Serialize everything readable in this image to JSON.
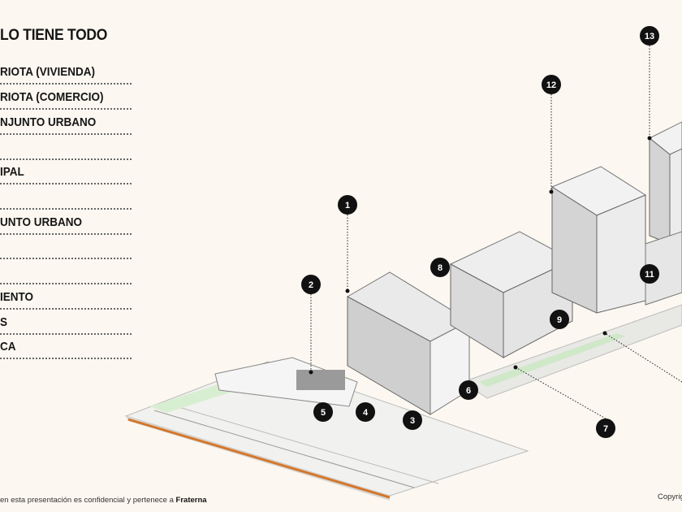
{
  "slide": {
    "title": "LO TIENE TODO",
    "list_items": [
      "RIOTA (VIVIENDA)",
      "RIOTA (COMERCIO)",
      "NJUNTO URBANO",
      "",
      "IPAL",
      "",
      "UNTO URBANO",
      "",
      "",
      "IENTO",
      "S",
      "CA"
    ],
    "footer_text": "en esta presentación es confidencial y pertenece a",
    "footer_brand": "Fraterna",
    "copyright": "Copyrig"
  },
  "diagram": {
    "markers": [
      "1",
      "2",
      "3",
      "4",
      "5",
      "6",
      "7",
      "8",
      "9",
      "11",
      "12",
      "13"
    ]
  }
}
